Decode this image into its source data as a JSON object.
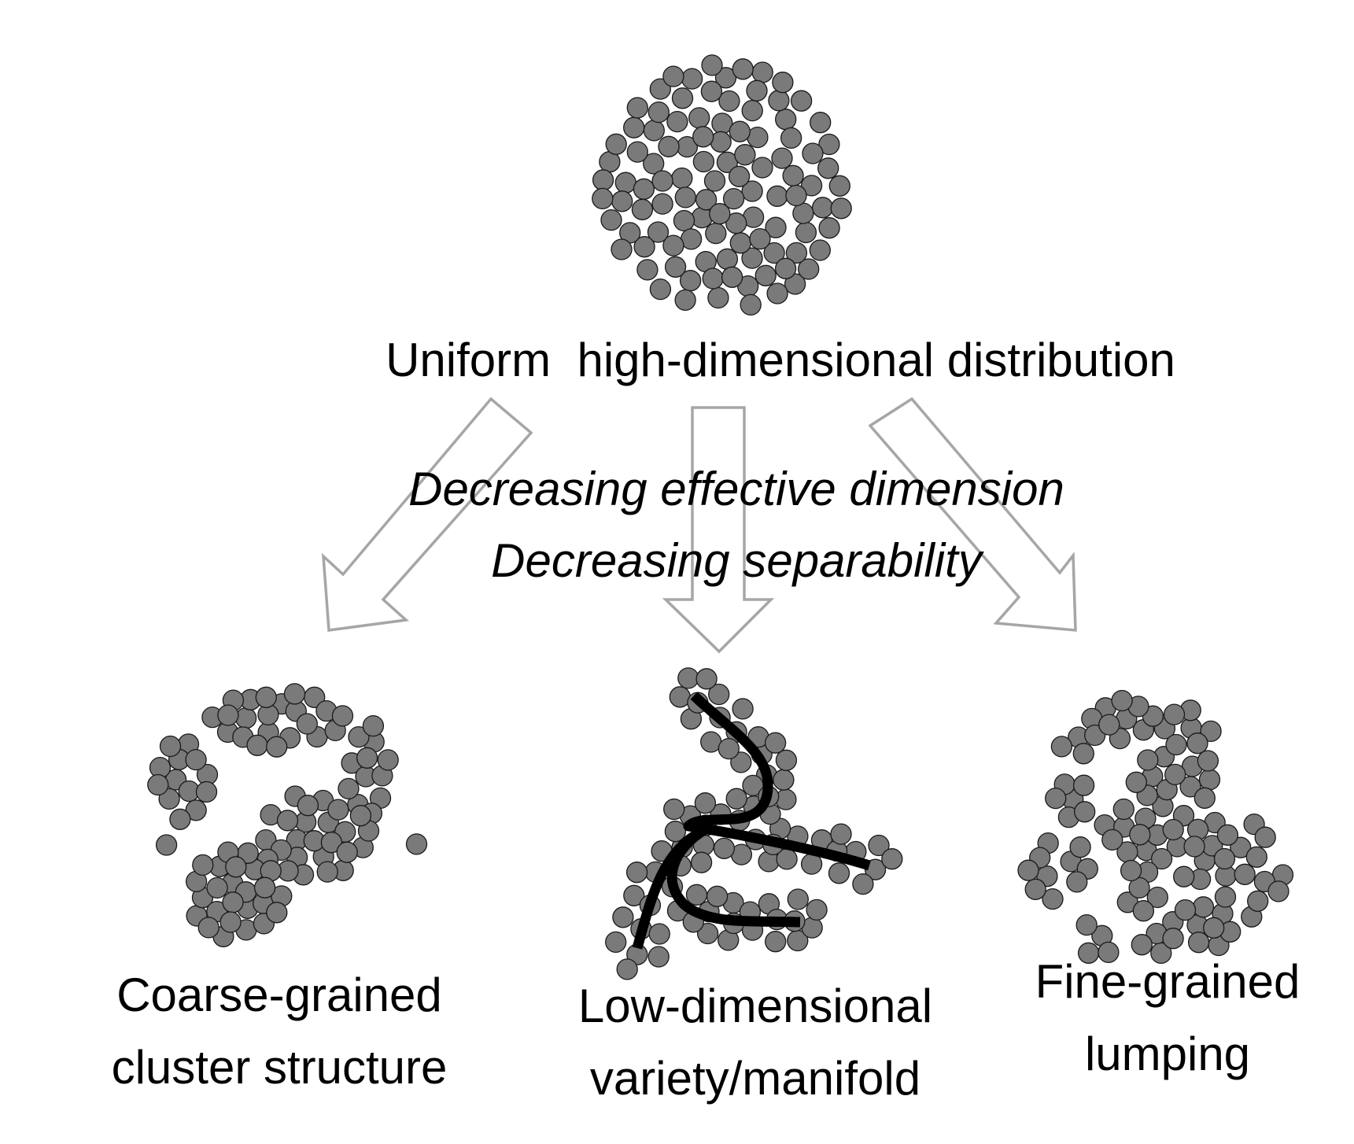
{
  "top_label": "Uniform  high-dimensional distribution",
  "center_text": {
    "line1": "Decreasing effective dimension",
    "line2": "Decreasing separability"
  },
  "panels": {
    "coarse": {
      "line1": "Coarse-grained",
      "line2": "cluster structure"
    },
    "manifold": {
      "line1": "Low-dimensional",
      "line2": "variety/manifold"
    },
    "fine": {
      "line1": "Fine-grained",
      "line2": "lumping"
    }
  },
  "colors": {
    "point_fill": "#7a7a7a",
    "point_stroke": "#1a1a1a",
    "arrow_outline": "#a6a6a6",
    "curve": "#000000"
  }
}
